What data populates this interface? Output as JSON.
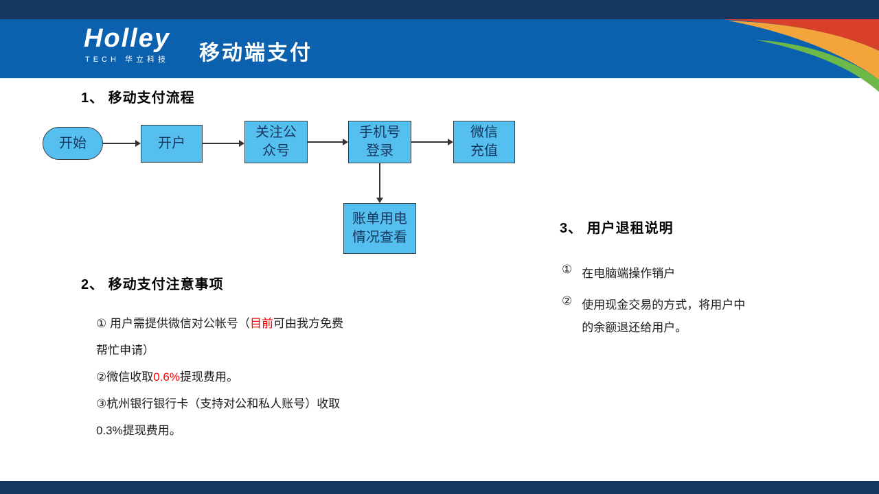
{
  "header": {
    "logo_text": "Holley",
    "logo_subtext": "TECH 华立科技",
    "title": "移动端支付"
  },
  "flow": {
    "heading": "1、 移动支付流程",
    "nodes": {
      "start": "开始",
      "open_account": "开户",
      "follow_official": "关注公\n众号",
      "phone_login": "手机号\n登录",
      "wechat_recharge": "微信\n充值",
      "bill_check": "账单用电\n情况查看"
    }
  },
  "notes": {
    "heading": "2、 移动支付注意事项",
    "item1": {
      "pre": "① 用户需提供微信对公帐号（",
      "red": "目前",
      "post": "可由我方免费\n帮忙申请）"
    },
    "item2": {
      "pre": "②微信收取",
      "red": "0.6%",
      "post": "提现费用。"
    },
    "item3": {
      "text": "③杭州银行银行卡（支持对公和私人账号）收取\n0.3%提现费用。"
    }
  },
  "refund": {
    "heading": "3、 用户退租说明",
    "item1": {
      "marker": "①",
      "text": "在电脑端操作销户"
    },
    "item2": {
      "marker": "②",
      "text": "使用现金交易的方式，将用户中\n的余额退还给用户。"
    }
  },
  "colors": {
    "header_blue": "#0B61AE",
    "bar_navy": "#16375F",
    "swoosh_red": "#D8402A",
    "swoosh_orange": "#F3A53B",
    "swoosh_green": "#6CB848",
    "node_fill": "#55BFEF",
    "node_text": "#17375E",
    "highlight_red": "#FF0000"
  }
}
